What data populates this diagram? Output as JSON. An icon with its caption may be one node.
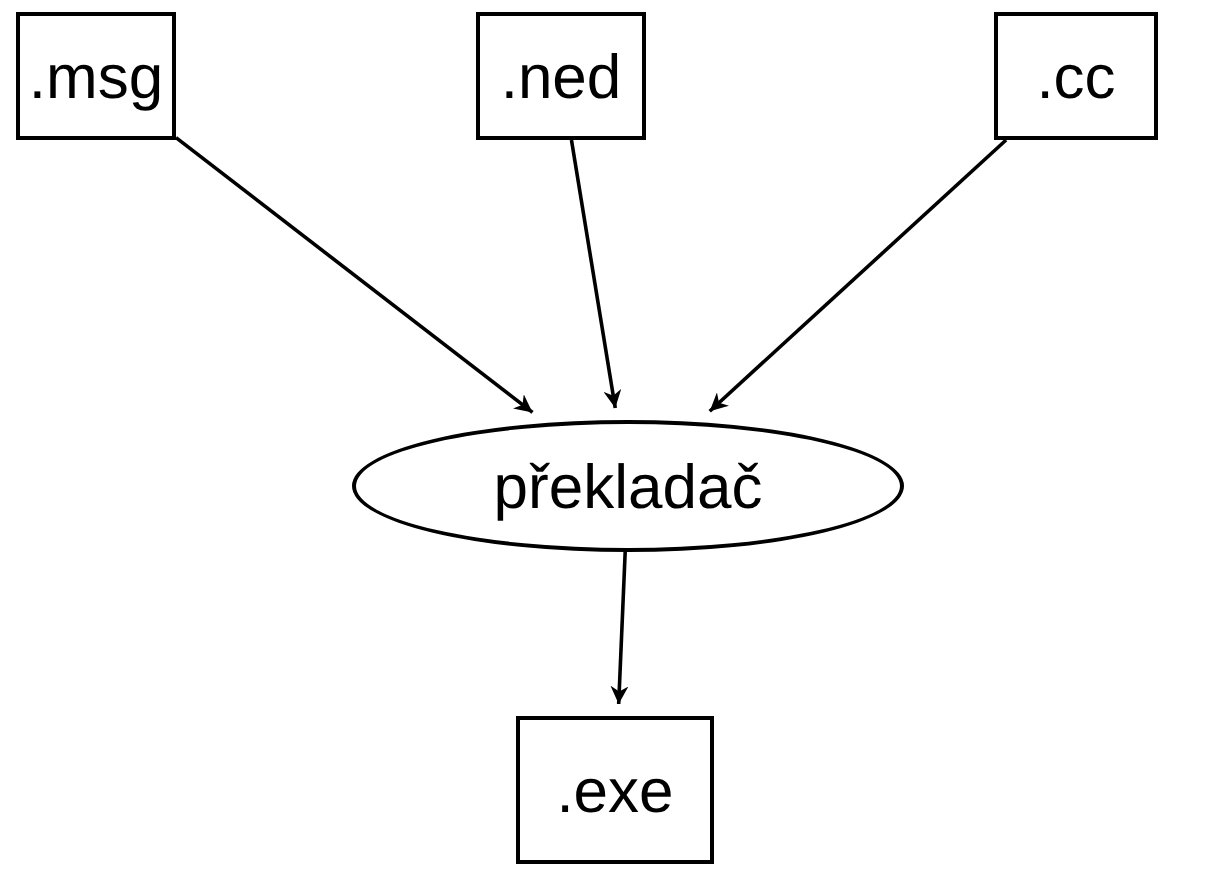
{
  "diagram": {
    "nodes": [
      {
        "text": [
          ".msg"
        ]
      },
      {
        "text": [
          ".ned"
        ]
      },
      {
        "text": [
          ".cc"
        ]
      },
      {
        "text": [
          "překladač"
        ]
      },
      {
        "text": [
          ".exe"
        ]
      }
    ],
    "edges": [
      {
        "from": 0,
        "to": 3,
        "arrow": "to"
      },
      {
        "from": 1,
        "to": 3,
        "arrow": "to"
      },
      {
        "from": 2,
        "to": 3,
        "arrow": "to"
      },
      {
        "from": 3,
        "to": 4,
        "arrow": "to"
      }
    ]
  }
}
